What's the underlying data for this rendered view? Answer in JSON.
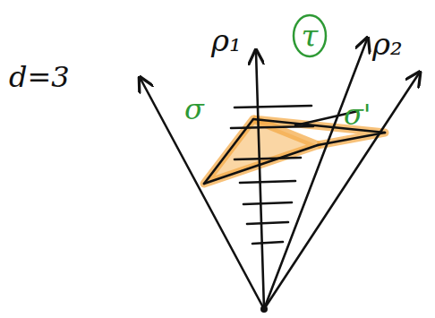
{
  "diagram": {
    "nodes": [
      {
        "text": [
          "τ"
        ]
      }
    ],
    "labels": [
      "d=3",
      "ρ₁",
      "ρ₂",
      "σ",
      "σ'"
    ]
  }
}
